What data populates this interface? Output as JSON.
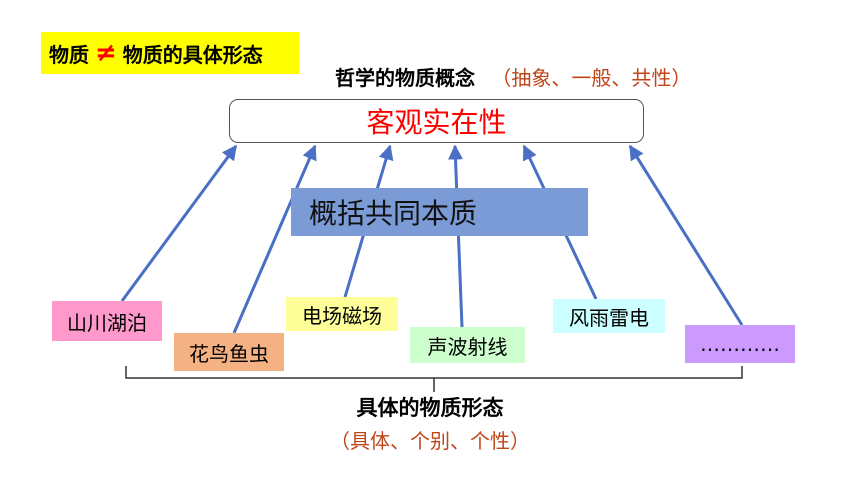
{
  "title_box": {
    "left": "物质",
    "symbol": "≠",
    "right": "物质的具体形态"
  },
  "concept_line": {
    "main": "哲学的物质概念",
    "paren": "（抽象、一般、共性）"
  },
  "top_box": {
    "label": "客观实在性"
  },
  "essence_box": {
    "label": "概括共同本质"
  },
  "forms": [
    {
      "label": "山川湖泊",
      "color": "#ff99cc"
    },
    {
      "label": "花鸟鱼虫",
      "color": "#f4b183"
    },
    {
      "label": "电场磁场",
      "color": "#ffff99"
    },
    {
      "label": "声波射线",
      "color": "#ccffcc"
    },
    {
      "label": "风雨雷电",
      "color": "#ccffff"
    },
    {
      "label": "…………",
      "color": "#cc99ff"
    }
  ],
  "bottom_label": "具体的物质形态",
  "bottom_paren": "（具体、个别、个性）",
  "colors": {
    "arrow": "#4a6fc4",
    "emphasis": "#ff0000",
    "paren_text": "#c0461a",
    "highlight": "#ffff00"
  }
}
